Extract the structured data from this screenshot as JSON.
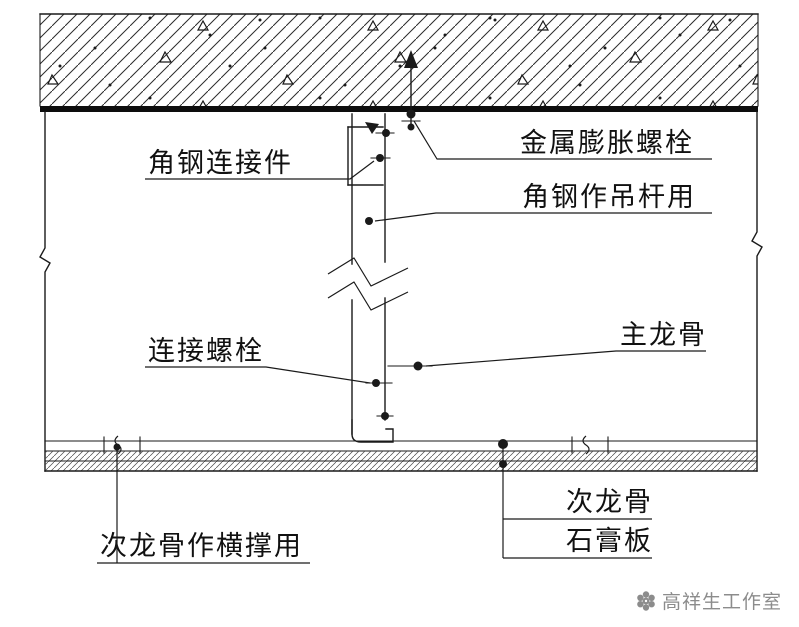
{
  "labels": {
    "expansion_bolt": "金属膨胀螺栓",
    "angle_connector": "角钢连接件",
    "angle_hanger": "角钢作吊杆用",
    "connecting_bolt": "连接螺栓",
    "main_keel": "主龙骨",
    "secondary_keel": "次龙骨",
    "gypsum_board": "石膏板",
    "cross_brace": "次龙骨作横撑用"
  },
  "watermark": {
    "text": "高祥生工作室"
  },
  "colors": {
    "ink": "#1a1a1a",
    "watermark": "#8c8c8c",
    "background": "#ffffff"
  }
}
